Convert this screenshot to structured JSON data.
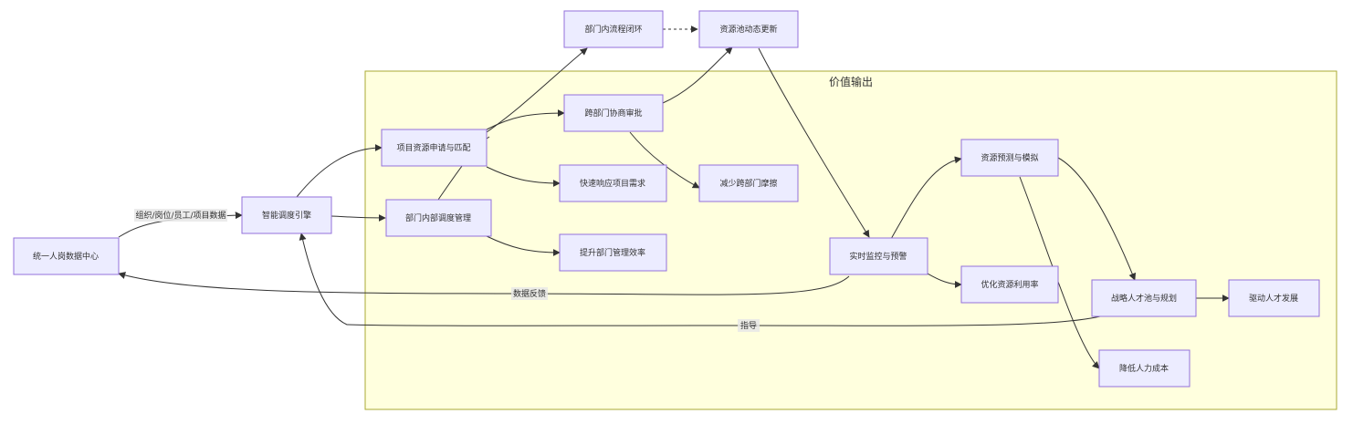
{
  "colors": {
    "node_fill": "#ECECFF",
    "node_stroke": "#9370DB",
    "cluster_fill": "#ffffde",
    "cluster_stroke": "#aaaa33",
    "edge": "#333333"
  },
  "cluster": {
    "title": "价值输出"
  },
  "nodes": {
    "center": "统一人岗数据中心",
    "engine": "智能调度引擎",
    "project_match": "项目资源申请与匹配",
    "dept_sched": "部门内部调度管理",
    "dept_loop": "部门内流程闭环",
    "pool_update": "资源池动态更新",
    "cross_approve": "跨部门协商审批",
    "fast_response": "快速响应项目需求",
    "reduce_friction": "减少跨部门摩擦",
    "dept_efficiency": "提升部门管理效率",
    "monitor": "实时监控与预警",
    "forecast": "资源预测与模拟",
    "optimize": "优化资源利用率",
    "talent_pool": "战略人才池与规划",
    "drive_talent": "驱动人才发展",
    "reduce_cost": "降低人力成本"
  },
  "edge_labels": {
    "input": "组织/岗位/员工/项目数据",
    "feedback": "数据反馈",
    "guide": "指导"
  }
}
